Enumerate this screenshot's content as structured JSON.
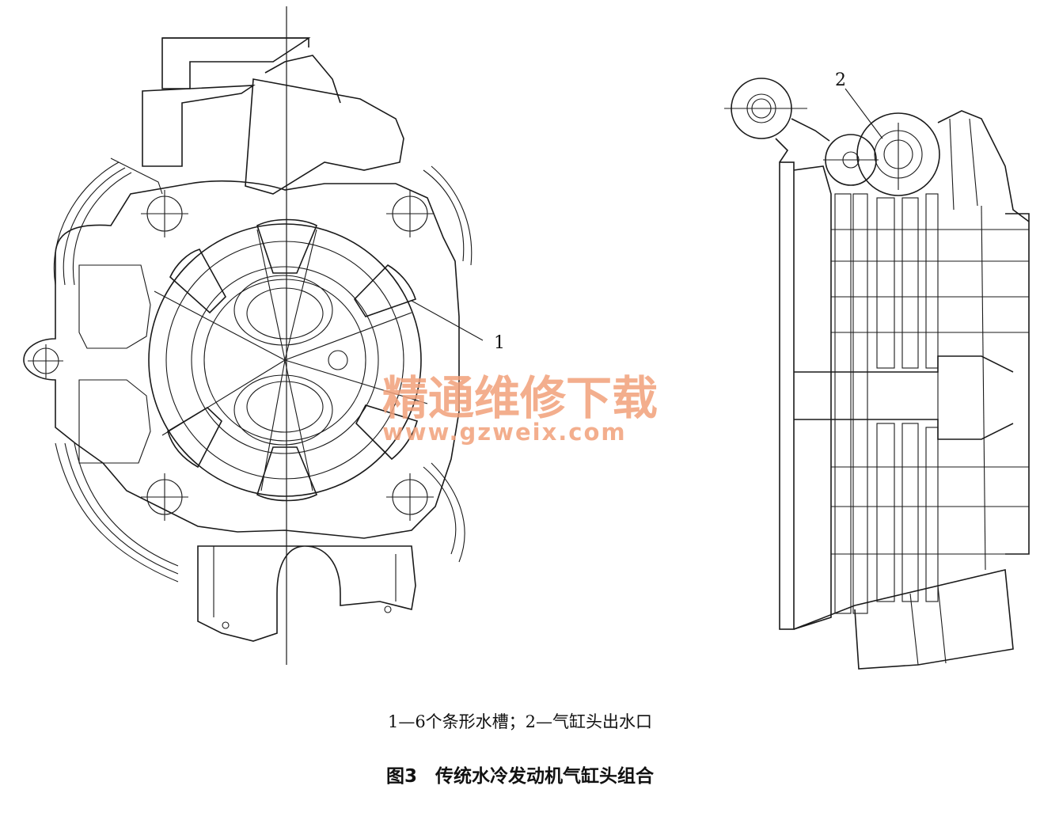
{
  "callouts": {
    "one": "1",
    "two": "2"
  },
  "watermark": {
    "text": "精通维修下载",
    "url": "www.gzweix.com",
    "color": "#f2a07a"
  },
  "caption": {
    "legend": "1—6个条形水槽；2—气缸头出水口",
    "title": "图3　传统水冷发动机气缸头组合"
  },
  "colors": {
    "line": "#1a1a1a",
    "background": "#ffffff"
  }
}
